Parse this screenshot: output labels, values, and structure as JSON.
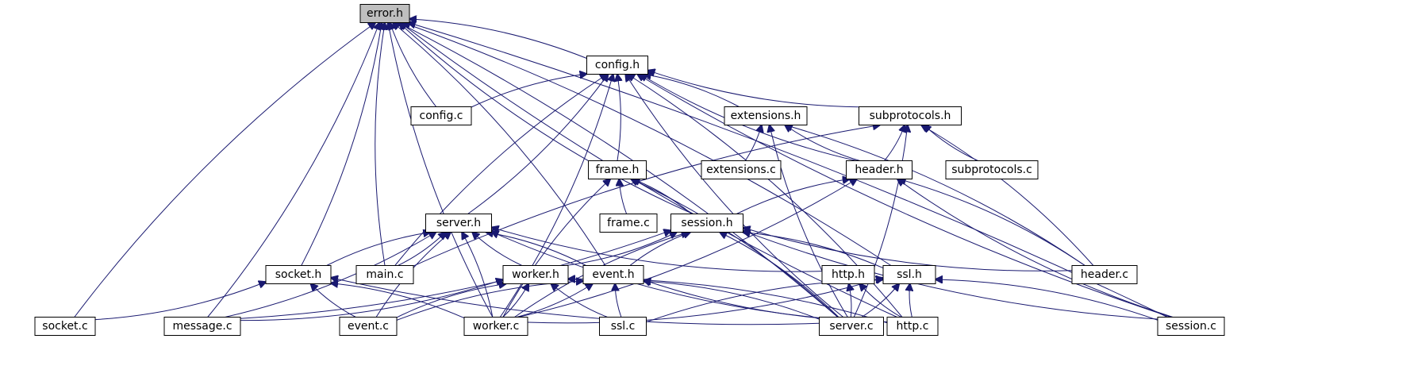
{
  "colors": {
    "edge": "#191970",
    "node_border": "#000000",
    "root_fill": "#bfbfbf",
    "node_fill": "#ffffff"
  },
  "nodes": {
    "error_h": "error.h",
    "config_h": "config.h",
    "config_c": "config.c",
    "extensions_h": "extensions.h",
    "subprotocols_h": "subprotocols.h",
    "frame_h": "frame.h",
    "extensions_c": "extensions.c",
    "header_h": "header.h",
    "subprotocols_c": "subprotocols.c",
    "server_h": "server.h",
    "frame_c": "frame.c",
    "session_h": "session.h",
    "socket_h": "socket.h",
    "main_c": "main.c",
    "worker_h": "worker.h",
    "event_h": "event.h",
    "http_h": "http.h",
    "ssl_h": "ssl.h",
    "header_c": "header.c",
    "socket_c": "socket.c",
    "message_c": "message.c",
    "event_c": "event.c",
    "worker_c": "worker.c",
    "ssl_c": "ssl.c",
    "server_c": "server.c",
    "http_c": "http.c",
    "session_c": "session.c"
  },
  "edges": [
    [
      "error_h",
      "config_h"
    ],
    [
      "error_h",
      "config_c"
    ],
    [
      "error_h",
      "socket_h"
    ],
    [
      "error_h",
      "main_c"
    ],
    [
      "error_h",
      "event_h"
    ],
    [
      "error_h",
      "session_h"
    ],
    [
      "error_h",
      "ssl_h"
    ],
    [
      "error_h",
      "socket_c"
    ],
    [
      "error_h",
      "message_c"
    ],
    [
      "error_h",
      "worker_c"
    ],
    [
      "error_h",
      "server_c"
    ],
    [
      "error_h",
      "http_c"
    ],
    [
      "error_h",
      "session_c"
    ],
    [
      "config_h",
      "config_c"
    ],
    [
      "config_h",
      "extensions_h"
    ],
    [
      "config_h",
      "subprotocols_h"
    ],
    [
      "config_h",
      "frame_h"
    ],
    [
      "config_h",
      "header_h"
    ],
    [
      "config_h",
      "server_h"
    ],
    [
      "config_h",
      "main_c"
    ],
    [
      "config_h",
      "worker_c"
    ],
    [
      "config_h",
      "server_c"
    ],
    [
      "config_h",
      "http_c"
    ],
    [
      "config_h",
      "session_c"
    ],
    [
      "extensions_h",
      "extensions_c"
    ],
    [
      "extensions_h",
      "header_h"
    ],
    [
      "extensions_h",
      "header_c"
    ],
    [
      "extensions_h",
      "server_c"
    ],
    [
      "subprotocols_h",
      "header_h"
    ],
    [
      "subprotocols_h",
      "subprotocols_c"
    ],
    [
      "subprotocols_h",
      "header_c"
    ],
    [
      "subprotocols_h",
      "main_c"
    ],
    [
      "subprotocols_h",
      "server_c"
    ],
    [
      "frame_h",
      "frame_c"
    ],
    [
      "frame_h",
      "session_h"
    ],
    [
      "frame_h",
      "worker_c"
    ],
    [
      "frame_h",
      "server_c"
    ],
    [
      "header_h",
      "session_h"
    ],
    [
      "header_h",
      "header_c"
    ],
    [
      "header_h",
      "session_c"
    ],
    [
      "header_h",
      "worker_c"
    ],
    [
      "server_h",
      "socket_h"
    ],
    [
      "server_h",
      "main_c"
    ],
    [
      "server_h",
      "worker_h"
    ],
    [
      "server_h",
      "event_h"
    ],
    [
      "server_h",
      "http_h"
    ],
    [
      "server_h",
      "message_c"
    ],
    [
      "server_h",
      "event_c"
    ],
    [
      "server_h",
      "worker_c"
    ],
    [
      "server_h",
      "server_c"
    ],
    [
      "session_h",
      "worker_h"
    ],
    [
      "session_h",
      "event_h"
    ],
    [
      "session_h",
      "ssl_h"
    ],
    [
      "session_h",
      "header_c"
    ],
    [
      "session_h",
      "message_c"
    ],
    [
      "session_h",
      "worker_c"
    ],
    [
      "session_h",
      "server_c"
    ],
    [
      "session_h",
      "session_c"
    ],
    [
      "socket_h",
      "socket_c"
    ],
    [
      "socket_h",
      "event_c"
    ],
    [
      "socket_h",
      "worker_c"
    ],
    [
      "socket_h",
      "server_c"
    ],
    [
      "worker_h",
      "message_c"
    ],
    [
      "worker_h",
      "event_c"
    ],
    [
      "worker_h",
      "worker_c"
    ],
    [
      "worker_h",
      "ssl_c"
    ],
    [
      "worker_h",
      "http_c"
    ],
    [
      "event_h",
      "event_c"
    ],
    [
      "event_h",
      "worker_c"
    ],
    [
      "event_h",
      "ssl_c"
    ],
    [
      "event_h",
      "server_c"
    ],
    [
      "event_h",
      "http_c"
    ],
    [
      "http_h",
      "server_c"
    ],
    [
      "http_h",
      "http_c"
    ],
    [
      "ssl_h",
      "worker_c"
    ],
    [
      "ssl_h",
      "ssl_c"
    ],
    [
      "ssl_h",
      "server_c"
    ],
    [
      "ssl_h",
      "http_c"
    ],
    [
      "ssl_h",
      "session_c"
    ]
  ]
}
